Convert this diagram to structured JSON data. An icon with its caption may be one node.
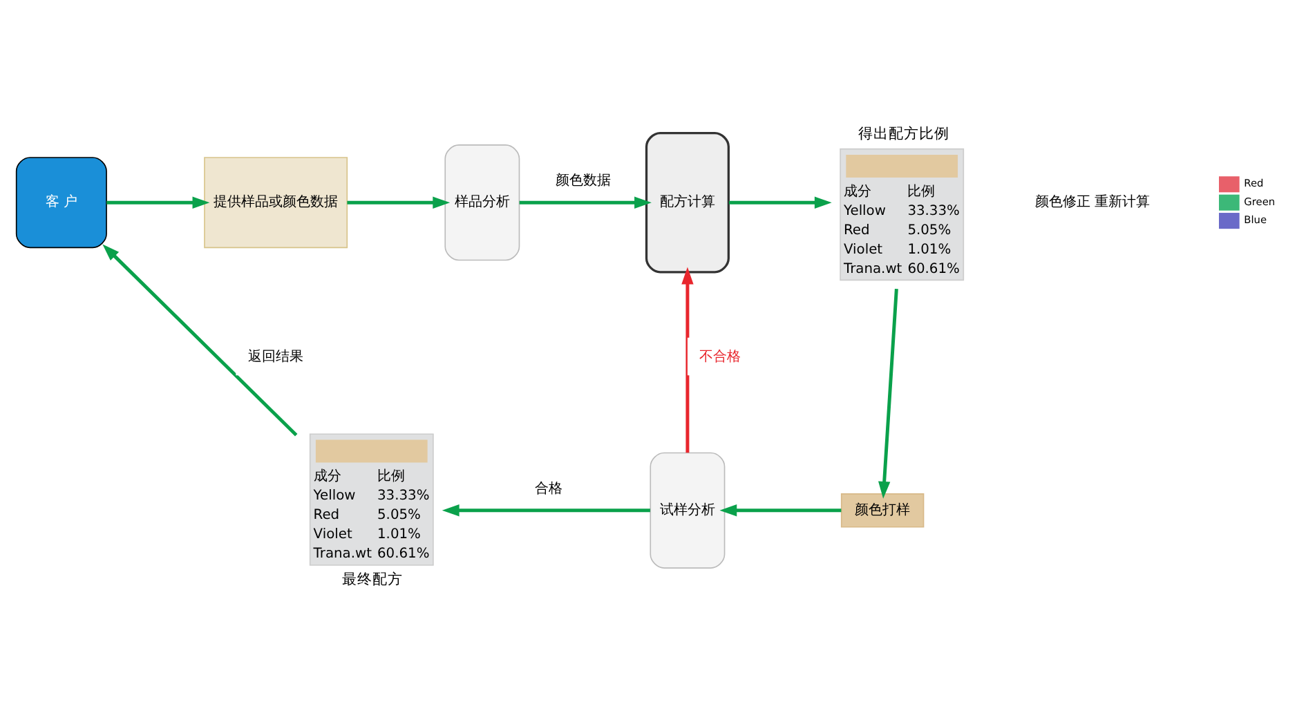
{
  "diagram": {
    "nodes": [
      {
        "text": [
          "客 户"
        ]
      },
      {
        "text": [
          "提供样品或颜色数据"
        ]
      },
      {
        "text": [
          "样品分析"
        ]
      },
      {
        "text": [
          "配方计算"
        ]
      },
      {
        "text": [
          "得出配方比例",
          "成分",
          "比例",
          "Yellow",
          "33.33%",
          "Red",
          "5.05%",
          "Violet",
          "1.01%",
          "Trana.wt",
          "60.61%"
        ]
      },
      {
        "text": [
          "颜色打样"
        ]
      },
      {
        "text": [
          "试样分析"
        ]
      },
      {
        "text": [
          "成分",
          "比例",
          "Yellow",
          "33.33%",
          "Red",
          "5.05%",
          "Violet",
          "1.01%",
          "Trana.wt",
          "60.61%",
          "最终配方"
        ]
      }
    ],
    "edges": [
      {
        "from": 0,
        "to": 1,
        "arrow": "to"
      },
      {
        "from": 1,
        "to": 2,
        "arrow": "to"
      },
      {
        "from": 2,
        "to": 3,
        "arrow": "to",
        "label": "颜色数据"
      },
      {
        "from": 3,
        "to": 4,
        "arrow": "to"
      },
      {
        "from": 4,
        "to": 5,
        "arrow": "to"
      },
      {
        "from": 5,
        "to": 6,
        "arrow": "to"
      },
      {
        "from": 6,
        "to": 3,
        "arrow": "to",
        "label": "不合格",
        "color": "#e8262d"
      },
      {
        "from": 6,
        "to": 7,
        "arrow": "to",
        "label": "合格"
      },
      {
        "from": 7,
        "to": 0,
        "arrow": "to",
        "label": "返回结果"
      }
    ],
    "labels": [
      "颜色修正 重新计算"
    ],
    "legend": [
      {
        "text": "Red",
        "color": "#e8606a"
      },
      {
        "text": "Green",
        "color": "#3cb878"
      },
      {
        "text": "Blue",
        "color": "#6a6ac8"
      }
    ]
  }
}
